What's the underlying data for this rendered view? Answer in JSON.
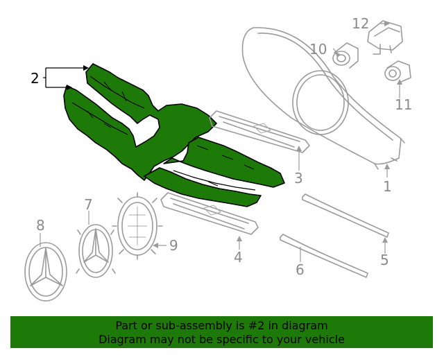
{
  "colors": {
    "highlight": "#1d7a08",
    "parts": "#9a9a9a",
    "banner_bg": "#1d7a08",
    "banner_text": "#000000"
  },
  "callouts": {
    "c1": "1",
    "c2": "2",
    "c3": "3",
    "c4": "4",
    "c5": "5",
    "c6": "6",
    "c7": "7",
    "c8": "8",
    "c9": "9",
    "c10": "10",
    "c11": "11",
    "c12": "12"
  },
  "banner": {
    "line1": "Part or sub-assembly is #2 in diagram",
    "line2": "Diagram may not be specific to your vehicle"
  }
}
